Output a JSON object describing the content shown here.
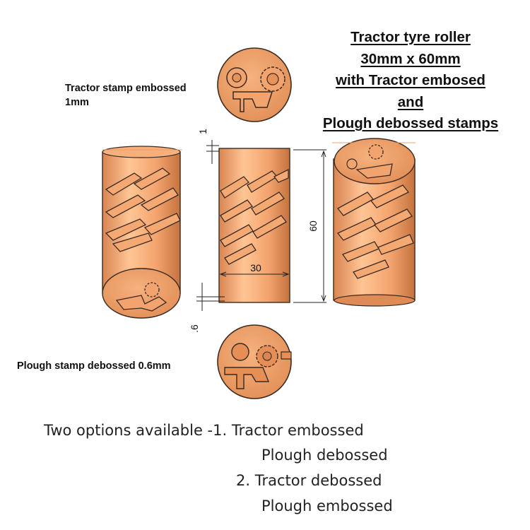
{
  "title_lines": [
    "Tractor tyre roller",
    "30mm x 60mm",
    "with Tractor embosed",
    "and",
    "Plough debossed stamps"
  ],
  "callouts": {
    "tractor_stamp": [
      "Tractor stamp embossed",
      "1mm"
    ],
    "plough_stamp": "Plough stamp debossed 0.6mm"
  },
  "dimensions": {
    "emboss_depth": "1",
    "height": "60",
    "diameter": "30",
    "deboss_depth": ".6"
  },
  "options": {
    "line1": "Two options available -1.  Tractor embossed",
    "line2": "Plough debossed",
    "line3": "2.  Tractor debossed",
    "line4": "Plough embossed"
  },
  "colors": {
    "roller_body": "#f0a06a",
    "roller_shadow": "#c87a45",
    "roller_highlight": "#ffc99a",
    "outline": "#3a2a1f"
  }
}
